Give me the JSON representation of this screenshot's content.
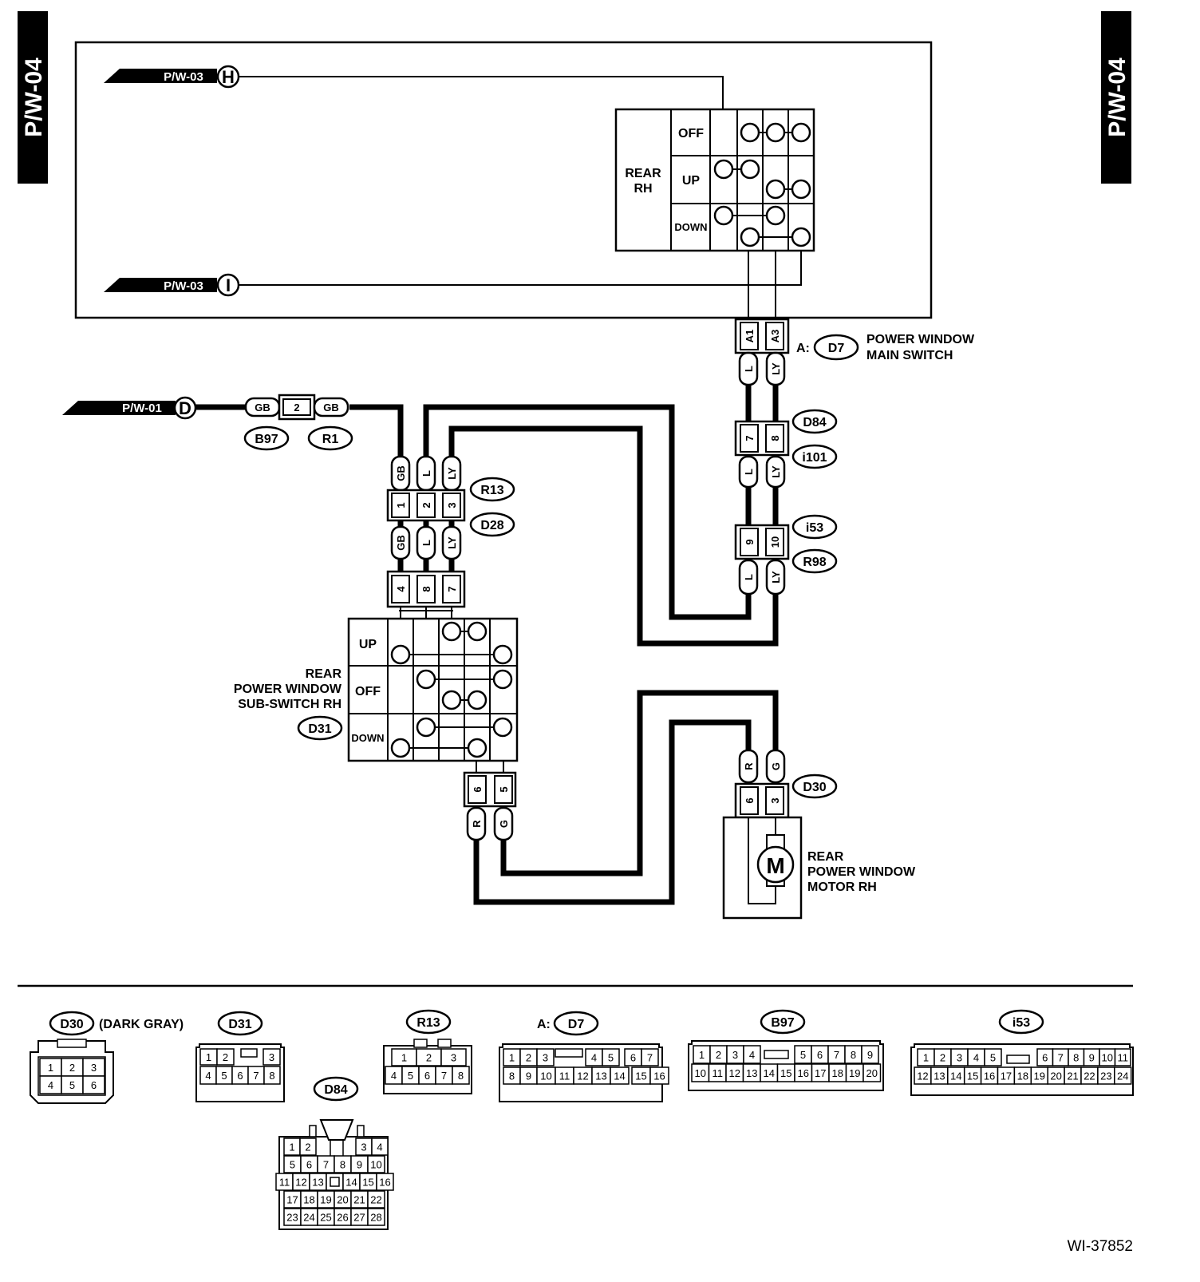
{
  "page_tabs": {
    "left": "P/W-04",
    "right": "P/W-04"
  },
  "references": [
    {
      "page": "P/W-03",
      "letter": "H"
    },
    {
      "page": "P/W-03",
      "letter": "I"
    },
    {
      "page": "P/W-01",
      "letter": "D"
    }
  ],
  "main_switch": {
    "section_label": "REAR\nRH",
    "positions": [
      "OFF",
      "UP",
      "DOWN"
    ],
    "terminals": [
      "A1",
      "A3"
    ],
    "connector": "D7",
    "connector_prefix": "A:",
    "name": "POWER WINDOW\nMAIN SWITCH"
  },
  "joint_b97_r1": {
    "pin": "2",
    "wire_left": "GB",
    "wire_right": "GB",
    "connectors": [
      "B97",
      "R1"
    ]
  },
  "joint_r13_d28": {
    "connectors": [
      "R13",
      "D28"
    ],
    "pins": [
      "1",
      "2",
      "3"
    ],
    "wires": [
      "GB",
      "L",
      "LY"
    ]
  },
  "joint_d84_i101": {
    "connectors": [
      "D84",
      "i101"
    ],
    "pins": [
      "7",
      "8"
    ],
    "wires": [
      "L",
      "LY"
    ]
  },
  "joint_i53_r98": {
    "connectors": [
      "i53",
      "R98"
    ],
    "pins": [
      "9",
      "10"
    ],
    "wires": [
      "L",
      "LY"
    ]
  },
  "sub_switch": {
    "name": "REAR\nPOWER WINDOW\nSUB-SWITCH RH",
    "connector": "D31",
    "positions": [
      "UP",
      "OFF",
      "DOWN"
    ],
    "top_pins": [
      "4",
      "8",
      "7"
    ],
    "bottom_pins": [
      "6",
      "5"
    ],
    "bottom_wires": [
      "R",
      "G"
    ]
  },
  "motor": {
    "name": "REAR\nPOWER WINDOW\nMOTOR RH",
    "connector": "D30",
    "pins": [
      "6",
      "3"
    ],
    "wires": [
      "R",
      "G"
    ],
    "symbol": "M"
  },
  "connector_views": [
    {
      "id": "D30",
      "note": "(DARK GRAY)",
      "rows": [
        [
          "1",
          "2",
          "3"
        ],
        [
          "4",
          "5",
          "6"
        ]
      ]
    },
    {
      "id": "D31",
      "rows": [
        [
          "1",
          "2",
          "",
          "3"
        ],
        [
          "4",
          "5",
          "6",
          "7",
          "8"
        ]
      ]
    },
    {
      "id": "R13",
      "rows": [
        [
          "1",
          "2",
          "3"
        ],
        [
          "4",
          "5",
          "6",
          "7",
          "8"
        ]
      ]
    },
    {
      "id": "D84",
      "rows": [
        [
          "1",
          "2",
          "",
          "",
          "3",
          "4"
        ],
        [
          "5",
          "6",
          "7",
          "8",
          "9",
          "10"
        ],
        [
          "11",
          "12",
          "13",
          "",
          "14",
          "15",
          "16"
        ],
        [
          "17",
          "18",
          "19",
          "20",
          "21",
          "22"
        ],
        [
          "23",
          "24",
          "25",
          "26",
          "27",
          "28"
        ]
      ]
    },
    {
      "id": "D7",
      "prefix": "A:",
      "rows": [
        [
          "1",
          "2",
          "3",
          "4",
          "5",
          "6",
          "7"
        ],
        [
          "8",
          "9",
          "10",
          "11",
          "12",
          "13",
          "14",
          "15",
          "16"
        ]
      ]
    },
    {
      "id": "B97",
      "rows": [
        [
          "1",
          "2",
          "3",
          "4",
          "5",
          "6",
          "7",
          "8",
          "9"
        ],
        [
          "10",
          "11",
          "12",
          "13",
          "14",
          "15",
          "16",
          "17",
          "18",
          "19",
          "20"
        ]
      ]
    },
    {
      "id": "i53",
      "rows": [
        [
          "1",
          "2",
          "3",
          "4",
          "5",
          "6",
          "7",
          "8",
          "9",
          "10",
          "11"
        ],
        [
          "12",
          "13",
          "14",
          "15",
          "16",
          "17",
          "18",
          "19",
          "20",
          "21",
          "22",
          "23",
          "24"
        ]
      ]
    }
  ],
  "figure_id": "WI-37852"
}
